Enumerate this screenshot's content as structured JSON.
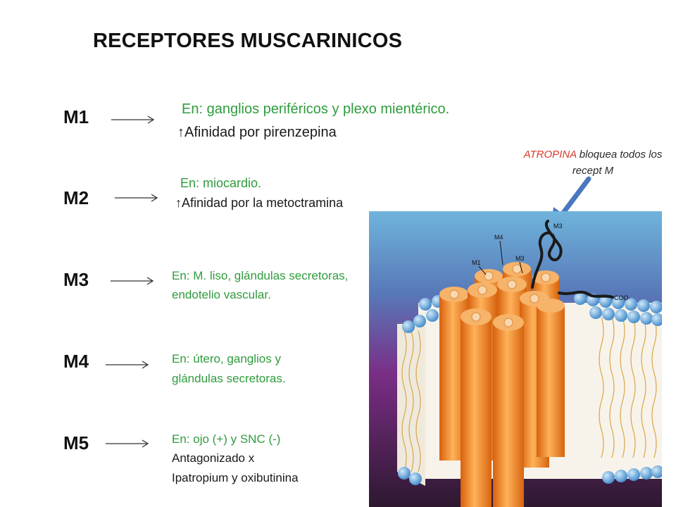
{
  "title": "RECEPTORES MUSCARINICOS",
  "receptors": [
    {
      "label": "M1",
      "lines": [
        "En: ganglios periféricos  y  plexo mientérico.",
        "↑Afinidad por pirenzepina"
      ]
    },
    {
      "label": "M2",
      "lines": [
        "En: miocardio.",
        "↑Afinidad por la metoctramina"
      ]
    },
    {
      "label": "M3",
      "lines": [
        "En: M. liso, glándulas secretoras,",
        "endotelio vascular."
      ]
    },
    {
      "label": "M4",
      "lines": [
        "En: útero, ganglios y",
        "glándulas secretoras."
      ]
    },
    {
      "label": "M5",
      "lines": [
        "En: ojo (+) y SNC (-)",
        "Antagonizado x",
        "Ipatropium y oxibutinina"
      ]
    }
  ],
  "annotation": {
    "drug": "ATROPINA",
    "rest": " bloquea todos los recept M"
  },
  "figure": {
    "labels": [
      "M1",
      "M4",
      "M3",
      "M3",
      "COO-"
    ],
    "colors": {
      "helix": "#f28a1e",
      "membrane_bg_top": "#6fb0d8",
      "membrane_bg_bottom": "#3a1a3a",
      "arrow": "#4a78c0"
    }
  }
}
